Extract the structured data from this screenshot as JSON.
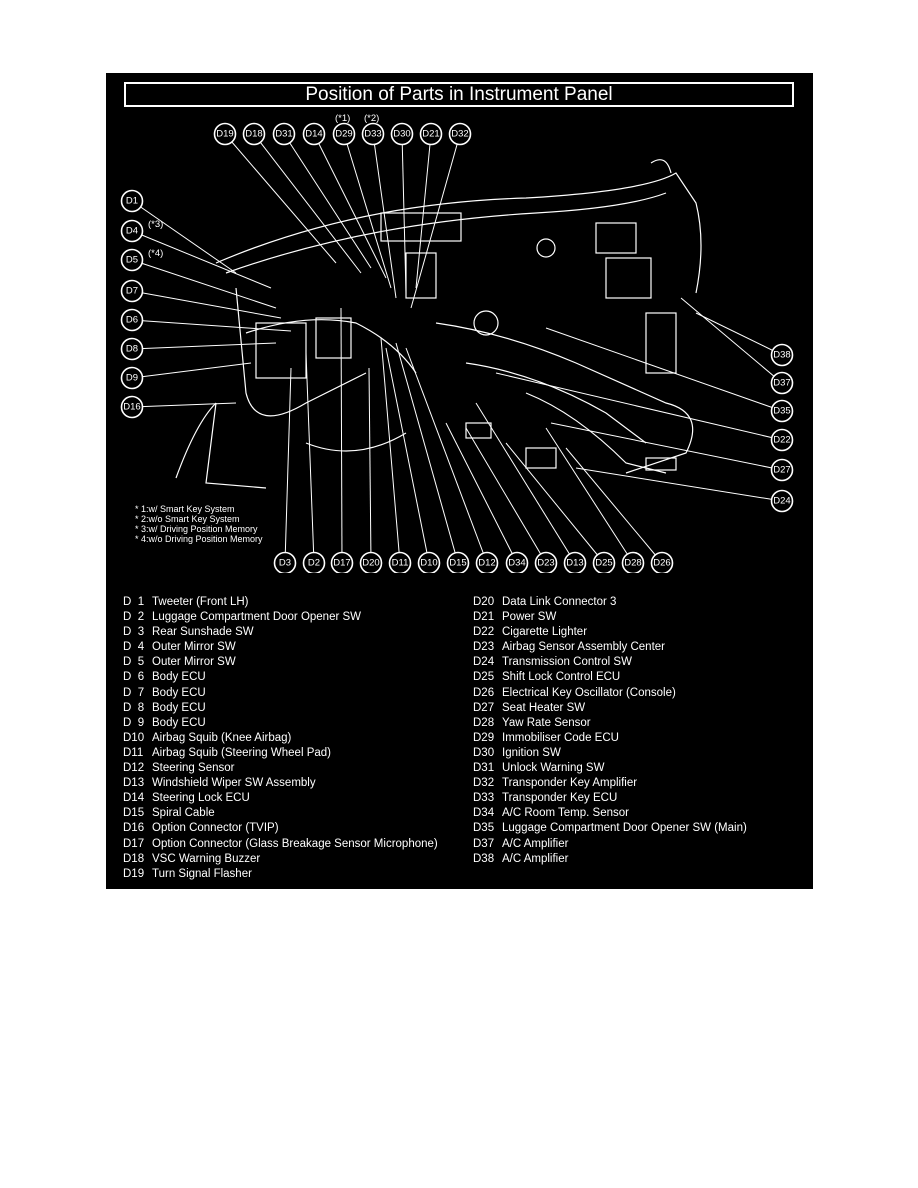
{
  "title": "Position of Parts in Instrument Panel",
  "callouts_top": [
    {
      "code": "D19",
      "note": ""
    },
    {
      "code": "D18",
      "note": ""
    },
    {
      "code": "D31",
      "note": ""
    },
    {
      "code": "D14",
      "note": ""
    },
    {
      "code": "D29",
      "note": "(*1)"
    },
    {
      "code": "D33",
      "note": "(*2)"
    },
    {
      "code": "D30",
      "note": ""
    },
    {
      "code": "D21",
      "note": ""
    },
    {
      "code": "D32",
      "note": ""
    }
  ],
  "callouts_left": [
    {
      "code": "D1",
      "note": ""
    },
    {
      "code": "D4",
      "note": "(*3)"
    },
    {
      "code": "D5",
      "note": "(*4)"
    },
    {
      "code": "D7",
      "note": ""
    },
    {
      "code": "D6",
      "note": ""
    },
    {
      "code": "D8",
      "note": ""
    },
    {
      "code": "D9",
      "note": ""
    },
    {
      "code": "D16",
      "note": ""
    }
  ],
  "callouts_right": [
    "D38",
    "D37",
    "D35",
    "D22",
    "D27",
    "D24"
  ],
  "callouts_bottom": [
    "D3",
    "D2",
    "D17",
    "D20",
    "D11",
    "D10",
    "D15",
    "D12",
    "D34",
    "D23",
    "D13",
    "D25",
    "D28",
    "D26"
  ],
  "notes": [
    "* 1:w/ Smart Key System",
    "* 2:w/o Smart Key System",
    "* 3:w/ Driving Position Memory",
    "* 4:w/o Driving Position Memory"
  ],
  "legend_left": [
    {
      "code": "D  1",
      "name": "Tweeter (Front LH)"
    },
    {
      "code": "D  2",
      "name": "Luggage Compartment Door Opener SW"
    },
    {
      "code": "D  3",
      "name": "Rear Sunshade SW"
    },
    {
      "code": "D  4",
      "name": "Outer Mirror SW"
    },
    {
      "code": "D  5",
      "name": "Outer Mirror SW"
    },
    {
      "code": "D  6",
      "name": "Body ECU"
    },
    {
      "code": "D  7",
      "name": "Body ECU"
    },
    {
      "code": "D  8",
      "name": "Body ECU"
    },
    {
      "code": "D  9",
      "name": "Body ECU"
    },
    {
      "code": "D10",
      "name": "Airbag Squib (Knee Airbag)"
    },
    {
      "code": "D11",
      "name": "Airbag Squib (Steering Wheel Pad)"
    },
    {
      "code": "D12",
      "name": "Steering Sensor"
    },
    {
      "code": "D13",
      "name": "Windshield Wiper SW Assembly"
    },
    {
      "code": "D14",
      "name": "Steering Lock ECU"
    },
    {
      "code": "D15",
      "name": "Spiral Cable"
    },
    {
      "code": "D16",
      "name": "Option Connector (TVIP)"
    },
    {
      "code": "D17",
      "name": "Option Connector (Glass Breakage Sensor Microphone)"
    },
    {
      "code": "D18",
      "name": "VSC Warning Buzzer"
    },
    {
      "code": "D19",
      "name": "Turn Signal Flasher"
    }
  ],
  "legend_right": [
    {
      "code": "D20",
      "name": "Data Link Connector 3"
    },
    {
      "code": "D21",
      "name": "Power SW"
    },
    {
      "code": "D22",
      "name": "Cigarette Lighter"
    },
    {
      "code": "D23",
      "name": "Airbag Sensor Assembly Center"
    },
    {
      "code": "D24",
      "name": "Transmission Control SW"
    },
    {
      "code": "D25",
      "name": "Shift Lock Control ECU"
    },
    {
      "code": "D26",
      "name": "Electrical Key Oscillator (Console)"
    },
    {
      "code": "D27",
      "name": "Seat Heater SW"
    },
    {
      "code": "D28",
      "name": "Yaw Rate Sensor"
    },
    {
      "code": "D29",
      "name": "Immobiliser Code ECU"
    },
    {
      "code": "D30",
      "name": "Ignition SW"
    },
    {
      "code": "D31",
      "name": "Unlock Warning SW"
    },
    {
      "code": "D32",
      "name": "Transponder Key Amplifier"
    },
    {
      "code": "D33",
      "name": "Transponder Key ECU"
    },
    {
      "code": "D34",
      "name": "A/C Room Temp. Sensor"
    },
    {
      "code": "D35",
      "name": "Luggage Compartment Door Opener SW (Main)"
    },
    {
      "code": "D37",
      "name": "A/C Amplifier"
    },
    {
      "code": "D38",
      "name": "A/C Amplifier"
    }
  ]
}
